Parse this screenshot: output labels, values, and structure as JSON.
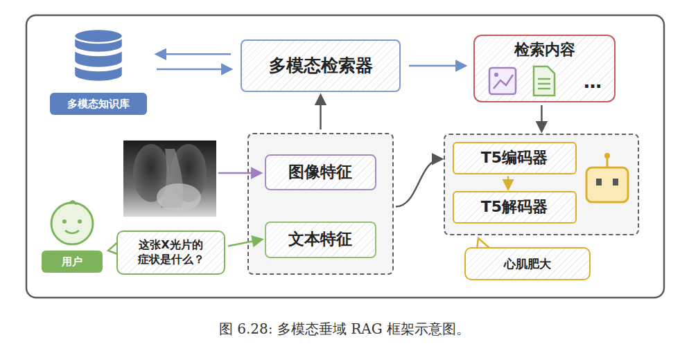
{
  "diagram": {
    "caption": "图 6.28: 多模态垂域 RAG 框架示意图。",
    "nodes": [
      {
        "text": [
          "多模态知识库"
        ]
      },
      {
        "text": [
          "多模态检索器"
        ]
      },
      {
        "text": [
          "检索内容",
          "…"
        ]
      },
      {
        "text": []
      },
      {
        "text": [
          "图像特征"
        ],
        "in": 3
      },
      {
        "text": [
          "文本特征"
        ],
        "in": 3
      },
      {
        "text": []
      },
      {
        "text": [
          "T5编码器"
        ],
        "in": 6
      },
      {
        "text": [
          "T5解码器"
        ],
        "in": 6
      },
      {
        "text": [
          "用户"
        ]
      },
      {
        "text": [
          "这张X光片的 症状是什么？"
        ]
      },
      {
        "text": [
          "心肌肥大"
        ]
      }
    ],
    "edges": [
      {
        "from": 1,
        "to": 0,
        "arrow": "to"
      },
      {
        "from": 0,
        "to": 1,
        "arrow": "to"
      },
      {
        "from": 1,
        "to": 2,
        "arrow": "to"
      },
      {
        "from": 3,
        "to": 1,
        "arrow": "to"
      },
      {
        "from": 2,
        "to": 6,
        "arrow": "to"
      },
      {
        "from": 3,
        "to": 6,
        "arrow": "to"
      },
      {
        "from": 7,
        "to": 8,
        "arrow": "to"
      },
      {
        "from": 10,
        "to": 5,
        "arrow": "to"
      }
    ]
  }
}
